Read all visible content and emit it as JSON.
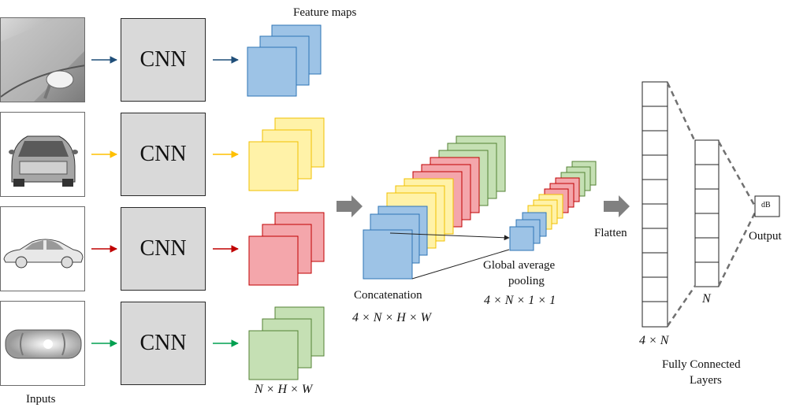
{
  "labels": {
    "feature_maps": "Feature maps",
    "inputs": "Inputs",
    "cnn": "CNN",
    "nhw": "N × H × W",
    "concatenation": "Concatenation",
    "concat_dims": "4 × N × H × W",
    "gap_line1": "Global average",
    "gap_line2": "pooling",
    "gap_dims": "4 × N × 1 × 1",
    "flatten": "Flatten",
    "fc_line1": "Fully Connected",
    "fc_line2": "Layers",
    "four_n": "4 × N",
    "n": "N",
    "db": "dB",
    "output": "Output"
  },
  "inputs": [
    {
      "view": "side-mirror close-up"
    },
    {
      "view": "front view"
    },
    {
      "view": "side view"
    },
    {
      "view": "top view"
    }
  ],
  "colors": {
    "blue_fill": "#9dc3e6",
    "blue_stroke": "#2e75b6",
    "yellow_fill": "#fff2a8",
    "yellow_stroke": "#f0c000",
    "red_fill": "#f4a6ab",
    "red_stroke": "#c00000",
    "green_fill": "#c5e0b4",
    "green_stroke": "#548235",
    "arrow_blue": "#1f4e79",
    "arrow_yellow": "#ffc000",
    "arrow_red": "#c00000",
    "arrow_green": "#00a050",
    "cnn_fill": "#d9d9d9",
    "block_arrow": "#808080"
  }
}
